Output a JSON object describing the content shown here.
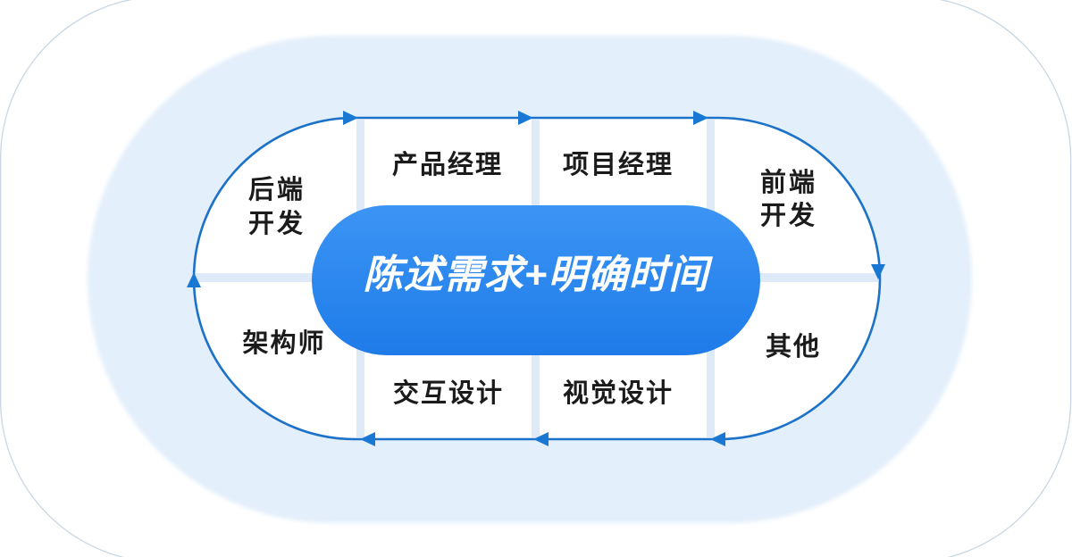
{
  "diagram": {
    "center": {
      "label": "陈述需求+明确时间"
    },
    "roles": {
      "backend": {
        "line1": "后端",
        "line2": "开发"
      },
      "product_manager": {
        "label": "产品经理"
      },
      "project_manager": {
        "label": "项目经理"
      },
      "frontend": {
        "line1": "前端",
        "line2": "开发"
      },
      "other": {
        "label": "其他"
      },
      "visual_design": {
        "label": "视觉设计"
      },
      "interaction_design": {
        "label": "交互设计"
      },
      "architect": {
        "label": "架构师"
      }
    },
    "colors": {
      "pill_top": "#3C95F5",
      "pill_bottom": "#1E7BE8",
      "cycle_line": "#1C72C9",
      "arrow": "#1878D4",
      "band": "#E3EFFB",
      "divider": "#DFEAF8",
      "outline_ring": "#C9D6E3",
      "text": "#1B1B1B"
    }
  }
}
